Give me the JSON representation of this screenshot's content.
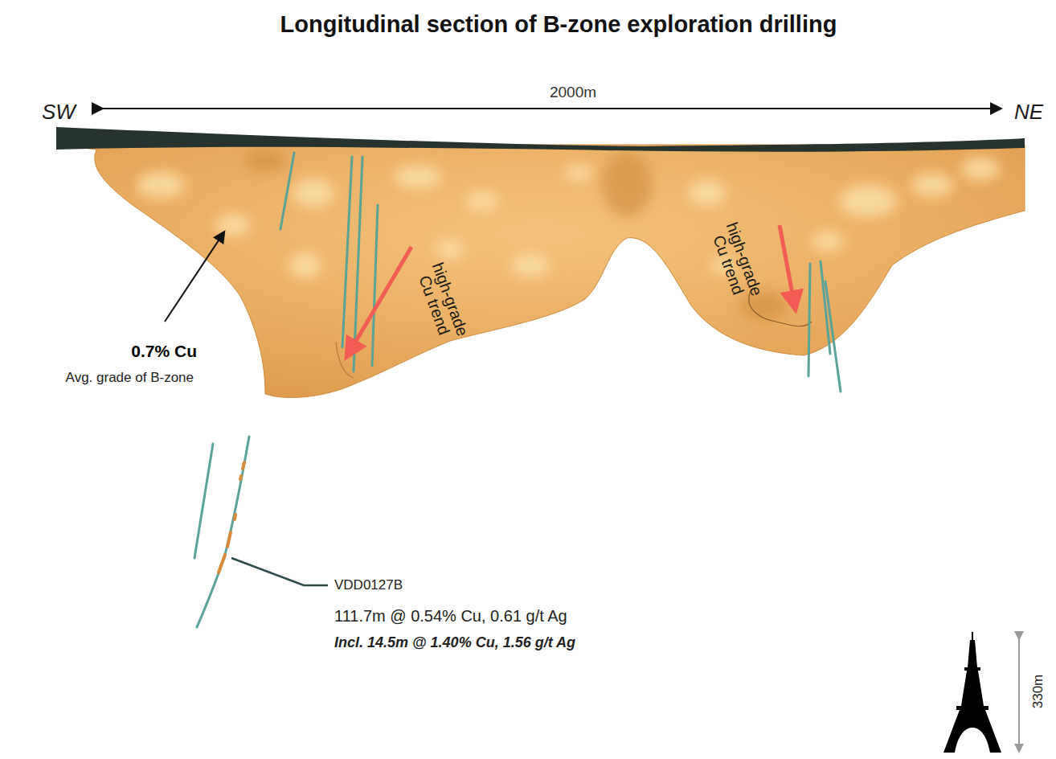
{
  "diagram": {
    "title": "Longitudinal section of B-zone exploration drilling",
    "labels": [
      "SW",
      "2000m",
      "NE",
      "high-grade Cu trend",
      "high-grade Cu trend",
      "0.7% Cu",
      "Avg. grade of B-zone",
      "VDD0127B",
      "111.7m @ 0.54% Cu, 0.61 g/t Ag",
      "Incl. 14.5m @ 1.40% Cu, 1.56 g/t Ag",
      "330m"
    ]
  }
}
